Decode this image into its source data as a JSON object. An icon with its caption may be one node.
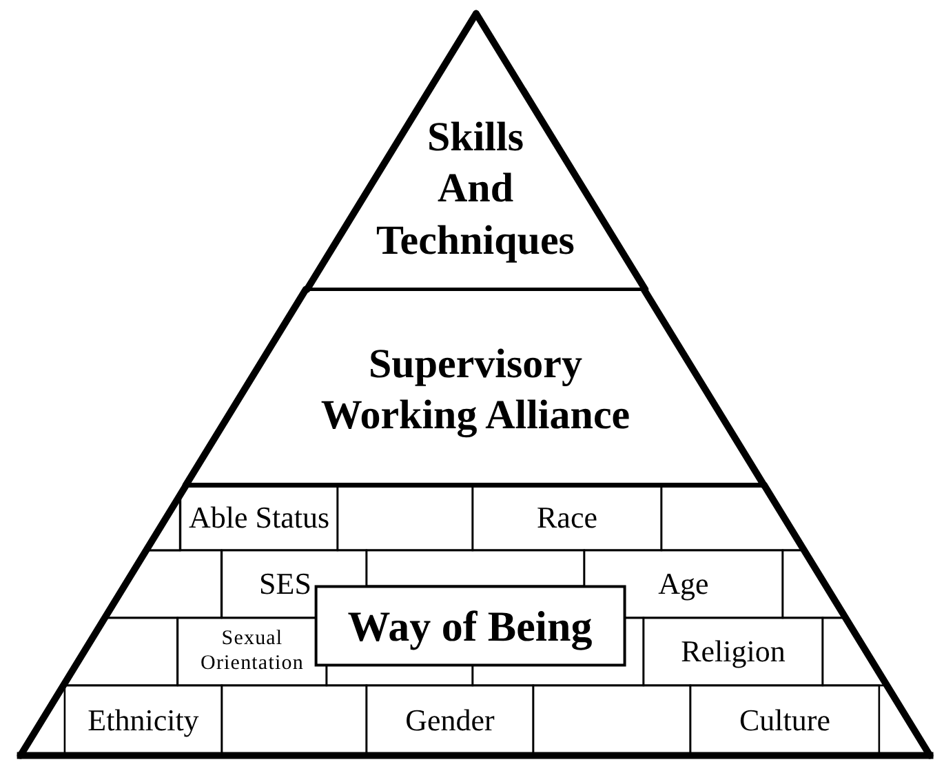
{
  "diagram": {
    "nodes": [
      {
        "text": [
          "Skills And Techniques"
        ]
      },
      {
        "text": [
          "Supervisory Working Alliance"
        ]
      },
      {
        "text": [],
        "shape": "trapezoid"
      },
      {
        "text": [],
        "shape": "box",
        "in": 2
      },
      {
        "text": [
          "Able Status"
        ],
        "in": 2
      },
      {
        "text": [],
        "shape": "box",
        "in": 2
      },
      {
        "text": [
          "Race"
        ],
        "in": 2
      },
      {
        "text": [],
        "shape": "box",
        "in": 2
      },
      {
        "text": [],
        "shape": "box",
        "in": 2
      },
      {
        "text": [
          "SES"
        ],
        "in": 2
      },
      {
        "text": [],
        "shape": "box",
        "in": 2
      },
      {
        "text": [
          "Age"
        ],
        "in": 2
      },
      {
        "text": [],
        "shape": "box",
        "in": 2
      },
      {
        "text": [
          "Way of Being"
        ],
        "in": 2
      },
      {
        "text": [],
        "shape": "box",
        "in": 2
      },
      {
        "text": [
          "Sexual Orientation"
        ],
        "in": 2
      },
      {
        "text": [],
        "shape": "box",
        "in": 2
      },
      {
        "text": [],
        "shape": "box",
        "in": 2
      },
      {
        "text": [
          "Religion"
        ],
        "in": 2
      },
      {
        "text": [],
        "shape": "box",
        "in": 2
      },
      {
        "text": [
          "Ethnicity"
        ],
        "in": 2
      },
      {
        "text": [],
        "shape": "box",
        "in": 2
      },
      {
        "text": [
          "Gender"
        ],
        "in": 2
      },
      {
        "text": [],
        "shape": "box",
        "in": 2
      },
      {
        "text": [
          "Culture"
        ],
        "in": 2
      }
    ]
  }
}
